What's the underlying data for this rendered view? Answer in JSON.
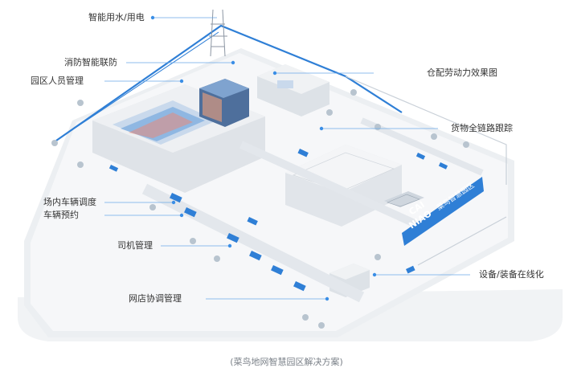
{
  "labels_left": [
    {
      "id": "utility",
      "text": "智能用水/用电"
    },
    {
      "id": "fire",
      "text": "消防智能联防"
    },
    {
      "id": "personnel",
      "text": "园区人员管理"
    },
    {
      "id": "dispatch",
      "text": "场内车辆调度"
    },
    {
      "id": "booking",
      "text": "车辆预约"
    },
    {
      "id": "driver",
      "text": "司机管理"
    },
    {
      "id": "store",
      "text": "网店协调管理"
    }
  ],
  "labels_right": [
    {
      "id": "labor",
      "text": "仓配劳动力效果图"
    },
    {
      "id": "tracking",
      "text": "货物全链路跟踪"
    },
    {
      "id": "equipment",
      "text": "设备/装备在线化"
    }
  ],
  "sign": {
    "line1": "CAI",
    "line2": "NIAO",
    "line3": "菜鸟智慧园区"
  },
  "caption": "(菜鸟地网智慧园区解决方案)",
  "colors": {
    "accent": "#2f7fd6",
    "line": "#6aa8e8",
    "dot": "#3a8ee6",
    "ground": "#eef1f4",
    "building": "#e2e6ea",
    "roof": "#f3f4f6"
  }
}
